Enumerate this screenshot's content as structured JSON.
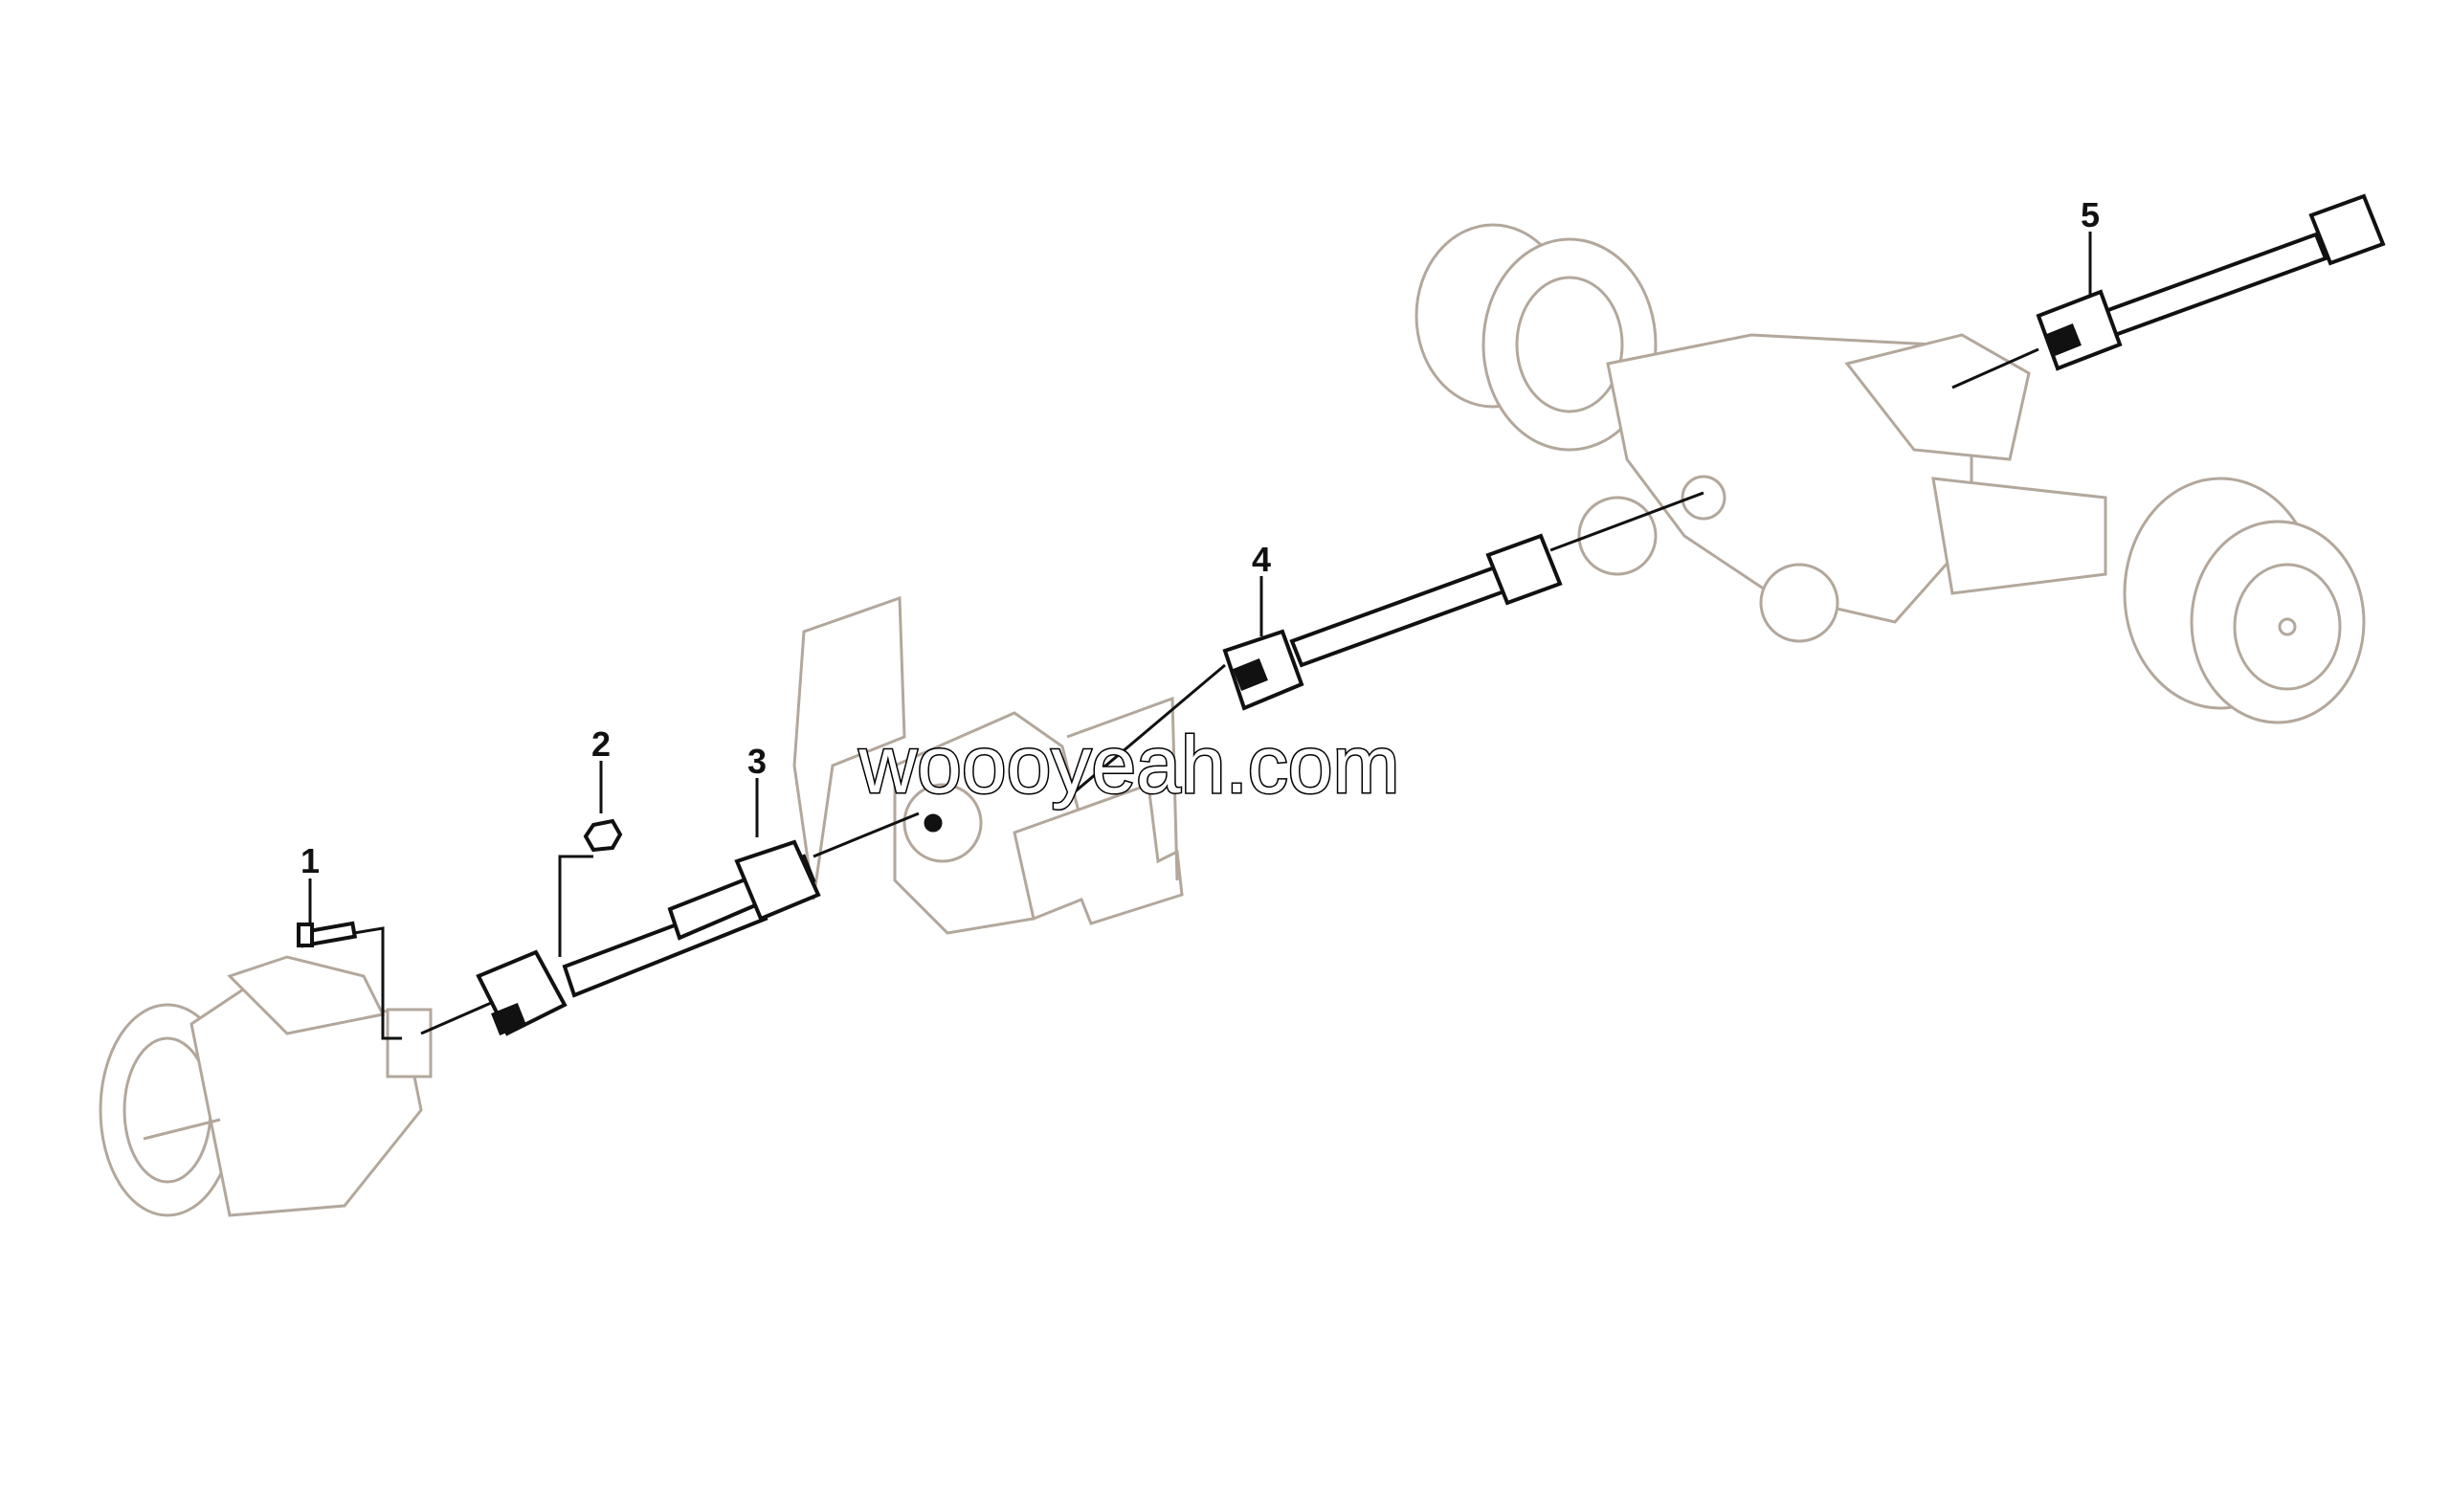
{
  "diagram": {
    "callouts": [
      {
        "number": "1",
        "part": "bolt"
      },
      {
        "number": "2",
        "part": "nut"
      },
      {
        "number": "3",
        "part": "front-propeller-shaft"
      },
      {
        "number": "4",
        "part": "intermediate-propeller-shaft"
      },
      {
        "number": "5",
        "part": "rear-propeller-shaft"
      }
    ],
    "watermark": "woooyeah.com",
    "colors": {
      "context_parts": "#b3a79c",
      "highlighted_parts": "#111111",
      "background": "#ffffff"
    }
  }
}
